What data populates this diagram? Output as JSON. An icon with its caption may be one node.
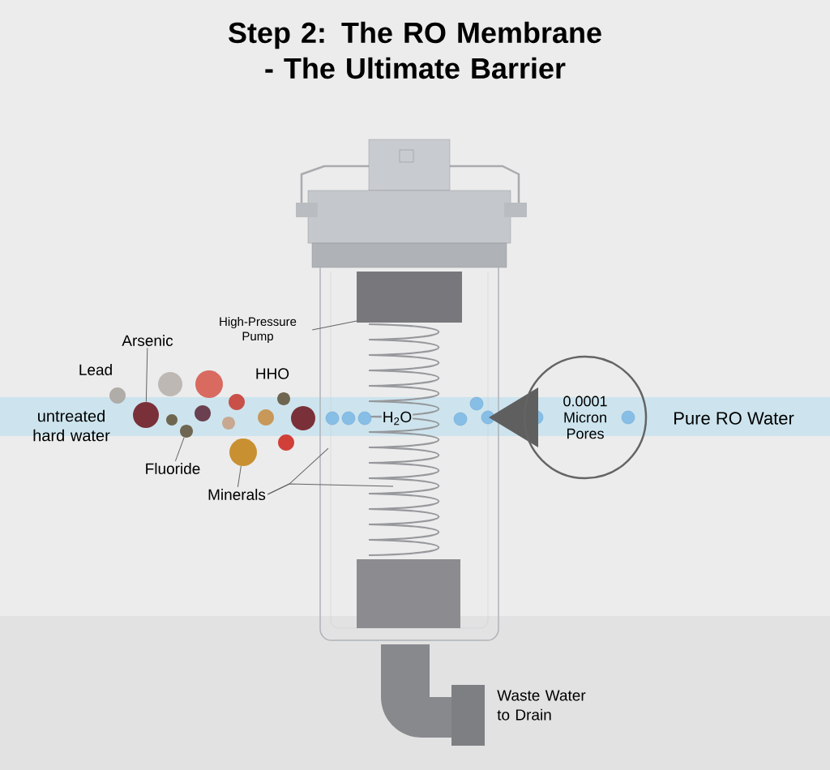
{
  "diagram": {
    "title": "Step 2: The RO Membrane - The Ultimate Barrier",
    "nodes": [
      {
        "text": [
          "High-Pressure Pump"
        ]
      },
      {
        "text": [
          "Arsenic"
        ]
      },
      {
        "text": [
          "Fluoride"
        ]
      },
      {
        "text": [
          "Minerals"
        ]
      },
      {
        "text": [
          "0.0001 Micron Pores"
        ]
      },
      {
        "text": [],
        "shape": "circle"
      },
      {
        "text": [],
        "shape": "circle"
      },
      {
        "text": [],
        "shape": "circle"
      },
      {
        "text": [],
        "shape": "circle"
      },
      {
        "text": [],
        "shape": "circle"
      },
      {
        "text": [],
        "shape": "circle"
      },
      {
        "text": [],
        "shape": "circle"
      },
      {
        "text": [],
        "shape": "circle"
      },
      {
        "text": [],
        "shape": "circle"
      },
      {
        "text": [],
        "shape": "circle"
      },
      {
        "text": [],
        "shape": "circle"
      },
      {
        "text": [],
        "shape": "circle"
      },
      {
        "text": [],
        "shape": "circle"
      },
      {
        "text": [],
        "shape": "circle"
      }
    ],
    "edges": [
      {
        "from": 0,
        "to": null,
        "arrow": "none"
      },
      {
        "from": 1,
        "to": 6,
        "arrow": "none"
      },
      {
        "from": 2,
        "to": 9,
        "arrow": "none"
      },
      {
        "from": 3,
        "to": 14,
        "arrow": "none"
      },
      {
        "from": 3,
        "to": null,
        "arrow": "none"
      },
      {
        "from": 3,
        "to": null,
        "arrow": "none"
      }
    ],
    "labels": [
      "Lead",
      "HHO",
      "untreated hard water",
      "H$_{2}$O",
      "Pure RO Water",
      "Waste Water to Drain"
    ]
  }
}
